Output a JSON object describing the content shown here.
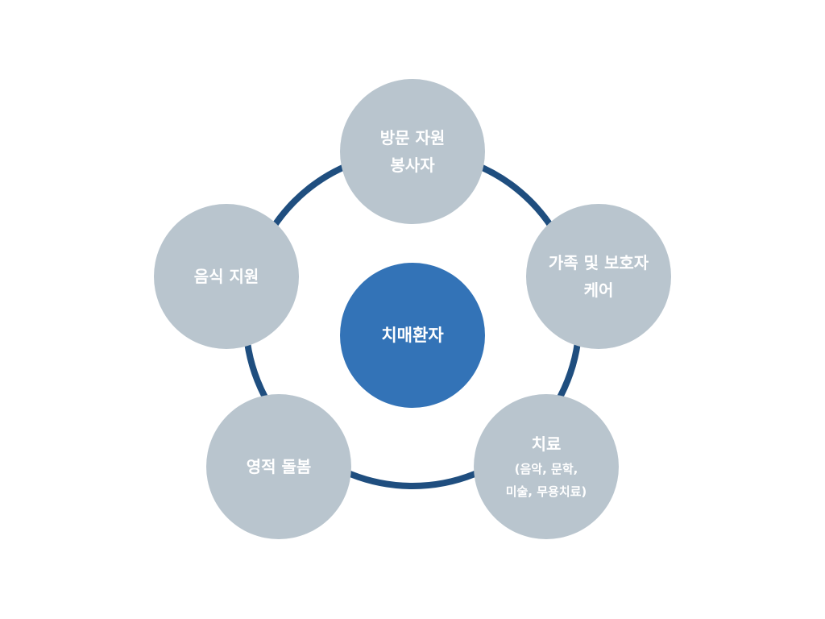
{
  "diagram": {
    "center": {
      "label": "치매환자"
    },
    "nodes": [
      {
        "id": "volunteer",
        "lines": [
          "방문 자원",
          "봉사자"
        ],
        "sub": []
      },
      {
        "id": "family",
        "lines": [
          "가족 및 보호자",
          "케어"
        ],
        "sub": []
      },
      {
        "id": "therapy",
        "lines": [
          "치료"
        ],
        "sub": [
          "(음악, 문학,",
          "미술, 무용치료)"
        ]
      },
      {
        "id": "spiritual",
        "lines": [
          "영적 돌봄"
        ],
        "sub": []
      },
      {
        "id": "food",
        "lines": [
          "음식 지원"
        ],
        "sub": []
      }
    ],
    "colors": {
      "ring": "#1f4e7f",
      "node": "#b9c5ce",
      "center": "#3373b7",
      "text": "#ffffff"
    }
  }
}
